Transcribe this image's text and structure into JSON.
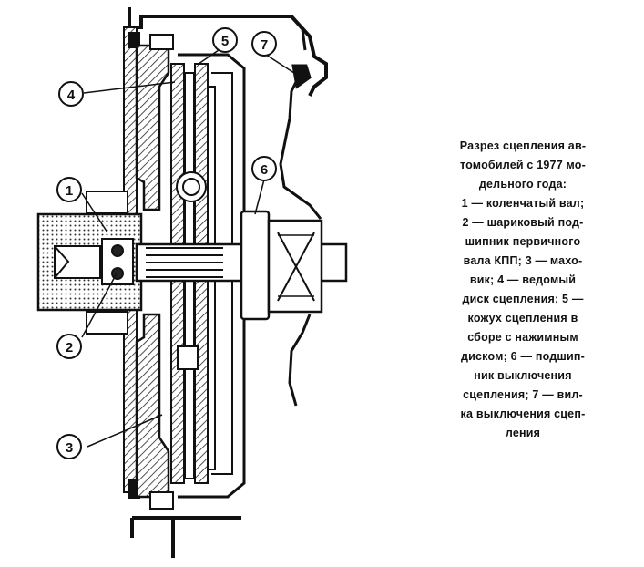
{
  "callouts": {
    "c1": "1",
    "c2": "2",
    "c3": "3",
    "c4": "4",
    "c5": "5",
    "c6": "6",
    "c7": "7"
  },
  "caption": {
    "lines": [
      "Разрез сцепления ав-",
      "томобилей с 1977 мо-",
      "дельного года:",
      "1 — коленчатый вал;",
      "2 — шариковый под-",
      "шипник первичного",
      "вала КПП; 3 — махо-",
      "вик; 4 — ведомый",
      "диск сцепления; 5 —",
      "кожух сцепления в",
      "сборе с нажимным",
      "диском; 6 — подшип-",
      "ник выключения",
      "сцепления; 7 — вил-",
      "ка выключения сцеп-",
      "ления"
    ]
  },
  "colors": {
    "ink": "#111111",
    "hatch": "#333333",
    "background": "#ffffff"
  }
}
